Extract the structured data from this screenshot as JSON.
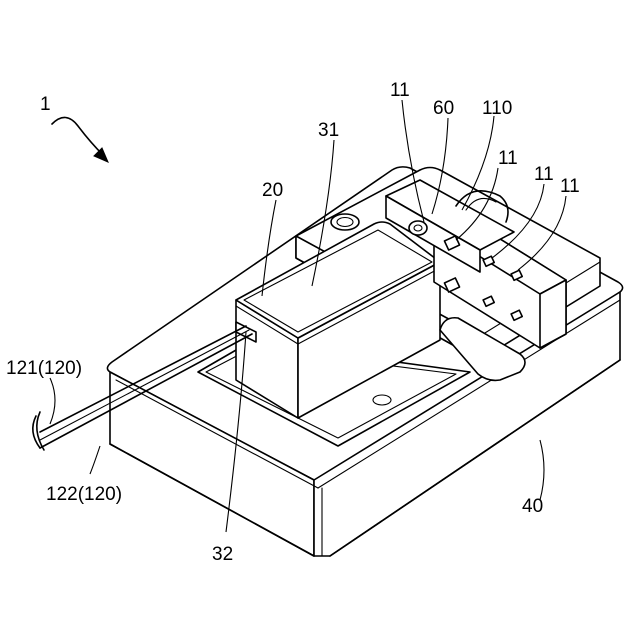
{
  "labels": {
    "assembly": "1",
    "l11a": "11",
    "l60": "60",
    "l110": "110",
    "l11b": "11",
    "l11c": "11",
    "l11d": "11",
    "l31": "31",
    "l20": "20",
    "l121": "121(120)",
    "l122": "122(120)",
    "l32": "32",
    "l40": "40"
  }
}
